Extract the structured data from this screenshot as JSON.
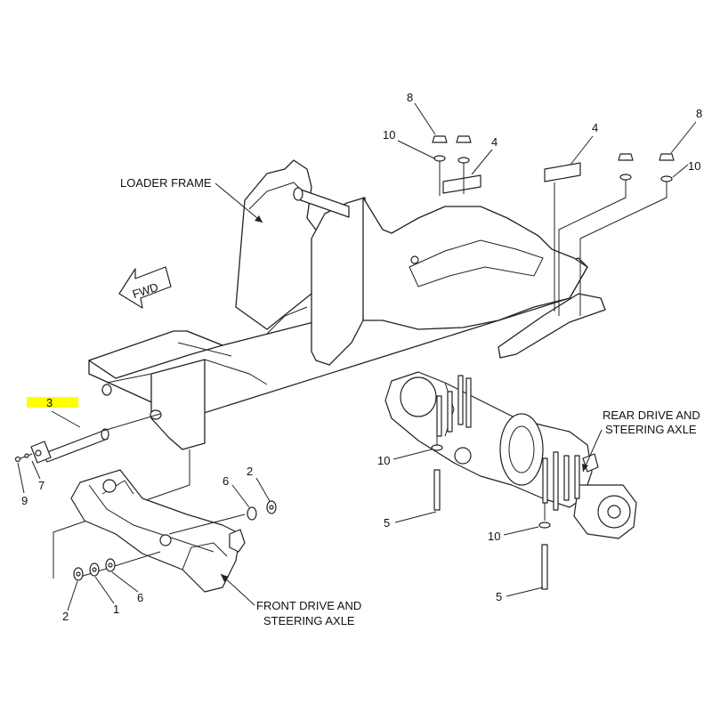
{
  "labels": {
    "loader_frame": "LOADER FRAME",
    "fwd": "FWD",
    "rear_axle_line1": "REAR DRIVE AND",
    "rear_axle_line2": "STEERING AXLE",
    "front_axle_line1": "FRONT DRIVE AND",
    "front_axle_line2": "STEERING AXLE"
  },
  "highlight": {
    "number": "3",
    "color": "#ffff00"
  },
  "callouts": {
    "c8_left": "8",
    "c10_left_top": "10",
    "c4_left": "4",
    "c4_right": "4",
    "c8_right": "8",
    "c10_right_top": "10",
    "c10_mid": "10",
    "c5_mid": "5",
    "c10_lower": "10",
    "c5_lower": "5",
    "c7": "7",
    "c9": "9",
    "c6_top": "6",
    "c2_top": "2",
    "c2_bottom": "2",
    "c1": "1",
    "c6_bottom": "6"
  }
}
